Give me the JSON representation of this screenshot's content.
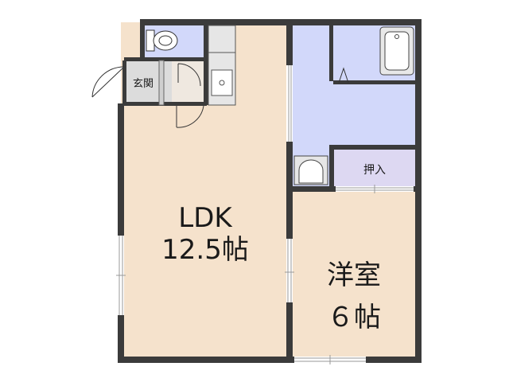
{
  "colors": {
    "wall": "#3b3b3b",
    "floor_living": "#f5e2cc",
    "floor_wet": "#d2d8fa",
    "closet": "#ddd8f2",
    "entrance": "#dcdcdc",
    "exterior_accent": "#f5f0a8"
  },
  "rooms": {
    "ldk": {
      "name": "LDK",
      "size": "12.5帖"
    },
    "western": {
      "name": "洋室",
      "size": "６帖"
    },
    "closet": {
      "name": "押入"
    },
    "entrance": {
      "name": "玄関"
    }
  },
  "fixtures": [
    "toilet-icon",
    "sink-icon",
    "kitchen-counter-icon",
    "washbasin-icon",
    "bathtub-icon"
  ]
}
